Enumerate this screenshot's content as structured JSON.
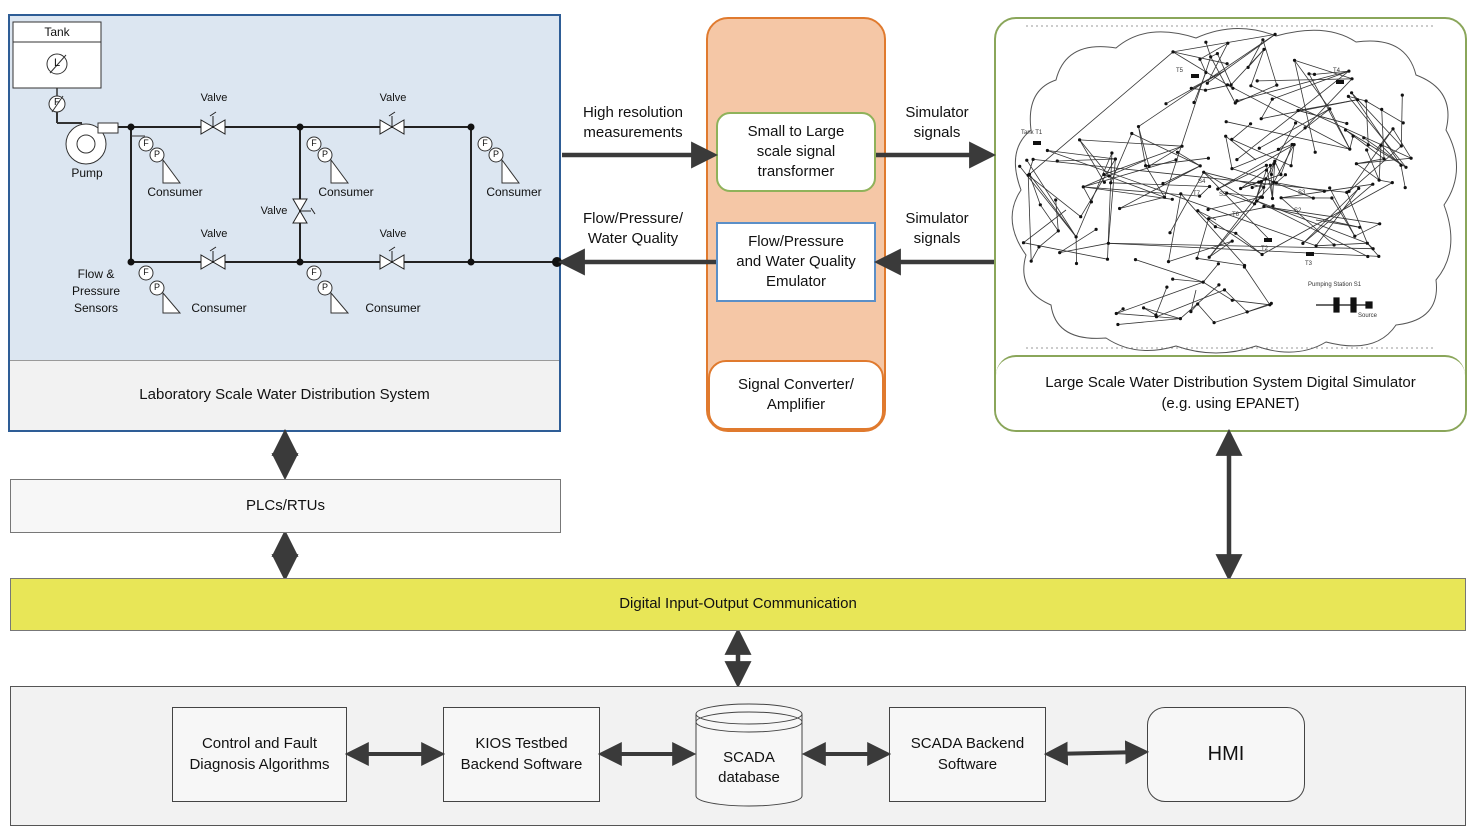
{
  "lab": {
    "title": "Laboratory Scale Water Distribution System",
    "tank_label": "Tank",
    "level_symbol": "L",
    "flow_symbol": "F",
    "pressure_symbol": "P",
    "pump_label": "Pump",
    "valve_label": "Valve",
    "consumer_label": "Consumer",
    "sensors_label_1": "Flow &",
    "sensors_label_2": "Pressure",
    "sensors_label_3": "Sensors"
  },
  "converter": {
    "title_1": "Signal Converter/",
    "title_2": "Amplifier",
    "transformer_1": "Small to Large",
    "transformer_2": "scale signal",
    "transformer_3": "transformer",
    "emulator_1": "Flow/Pressure",
    "emulator_2": "and Water Quality",
    "emulator_3": "Emulator"
  },
  "flows": {
    "high_res_1": "High resolution",
    "high_res_2": "measurements",
    "flow_pressure_1": "Flow/Pressure/",
    "flow_pressure_2": "Water Quality",
    "sim_signals_top_1": "Simulator",
    "sim_signals_top_2": "signals",
    "sim_signals_bottom_1": "Simulator",
    "sim_signals_bottom_2": "signals"
  },
  "simulator": {
    "title_1": "Large Scale Water Distribution System Digital Simulator",
    "title_2": "(e.g. using EPANET)",
    "network_labels": {
      "tank_t1": "Tank T1",
      "t2": "T2",
      "t3": "T3",
      "t4": "T4",
      "t5": "T5",
      "t6": "T6",
      "t7": "T7",
      "s2": "S2",
      "s3": "S3",
      "s4": "S4",
      "s5": "S5",
      "pumping_station": "Pumping Station S1",
      "source": "Source"
    }
  },
  "plcs": {
    "label": "PLCs/RTUs"
  },
  "io": {
    "label": "Digital Input-Output Communication",
    "color": "#e8e657"
  },
  "bottom": {
    "control_1": "Control and Fault",
    "control_2": "Diagnosis Algorithms",
    "kios_1": "KIOS Testbed",
    "kios_2": "Backend Software",
    "scada_db_1": "SCADA",
    "scada_db_2": "database",
    "scada_backend_1": "SCADA Backend",
    "scada_backend_2": "Software",
    "hmi": "HMI"
  },
  "colors": {
    "lab_border": "#2e5d96",
    "lab_fill": "#dce6f1",
    "converter_border": "#e07a2e",
    "converter_fill": "#f5c7a6",
    "transformer_border": "#8fb25a",
    "emulator_border": "#5b8fc7",
    "simulator_border": "#8aa65a",
    "arrow": "#3a3a3a"
  }
}
